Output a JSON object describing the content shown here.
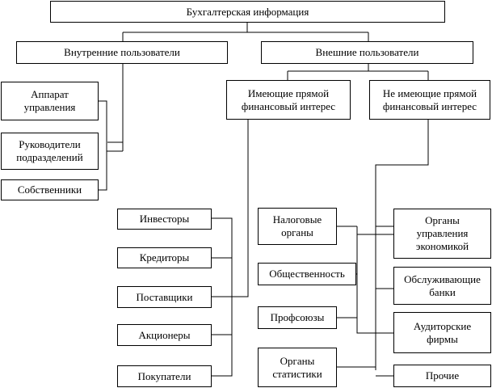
{
  "nodes": {
    "root": "Бухгалтерская информация",
    "internal": "Внутренние пользователи",
    "external": "Внешние пользователи",
    "management": "Аппарат\nуправления",
    "division_heads": "Руководители\nподразделений",
    "owners": "Собственники",
    "direct_interest": "Имеющие прямой\nфинансовый интерес",
    "no_direct_interest": "Не имеющие прямой\nфинансовый интерес",
    "investors": "Инвесторы",
    "creditors": "Кредиторы",
    "suppliers": "Поставщики",
    "shareholders": "Акционеры",
    "buyers": "Покупатели",
    "tax_authorities": "Налоговые\nорганы",
    "public": "Общественность",
    "trade_unions": "Профсоюзы",
    "statistics_bodies": "Органы\nстатистики",
    "economic_management": "Органы\nуправления\nэкономикой",
    "servicing_banks": "Обслуживающие\nбанки",
    "audit_firms": "Аудиторские\nфирмы",
    "other": "Прочие"
  }
}
